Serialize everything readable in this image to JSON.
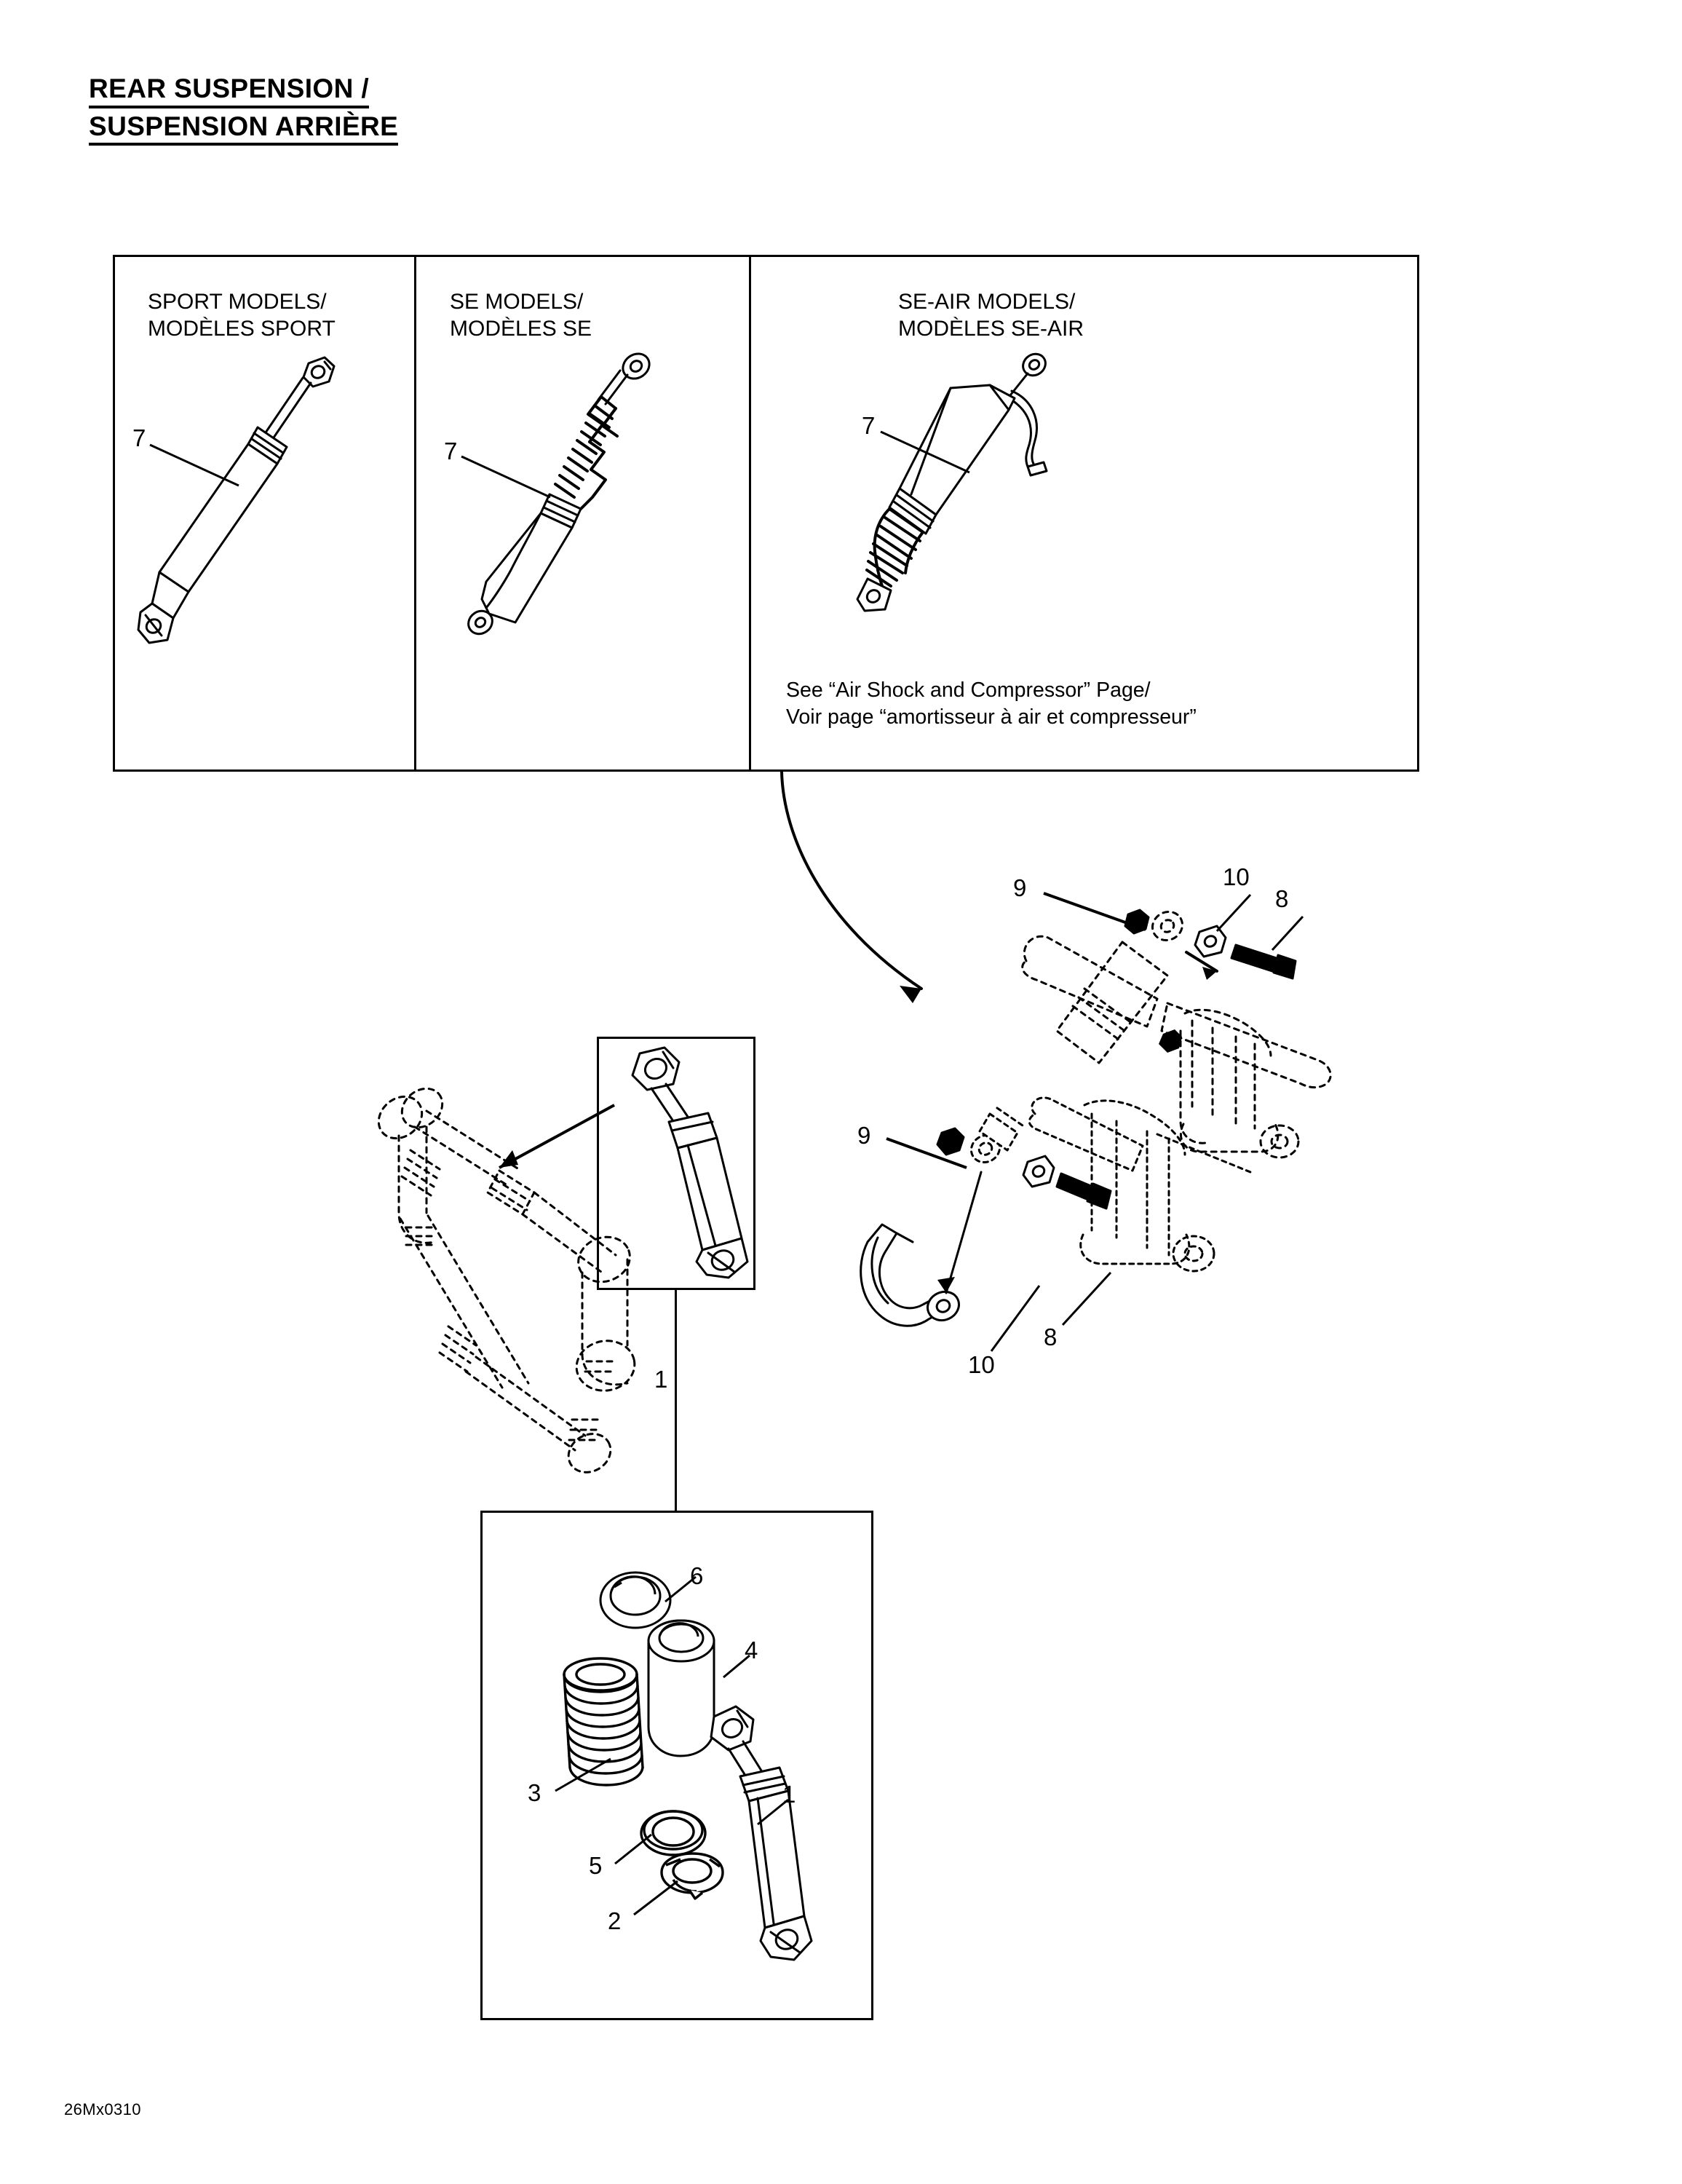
{
  "page": {
    "title_line1": "REAR SUSPENSION /",
    "title_line2": "SUSPENSION ARRIÈRE",
    "footer_code": "26Mx0310",
    "line_color": "#000000",
    "background_color": "#ffffff"
  },
  "variant_panels": [
    {
      "id": "sport",
      "heading": "SPORT MODELS/\nMODÈLES SPORT",
      "callout": "7",
      "part_description": "shock-absorber-plain"
    },
    {
      "id": "se",
      "heading": "SE MODELS/\nMODÈLES SE",
      "callout": "7",
      "part_description": "shock-absorber-with-coil"
    },
    {
      "id": "se-air",
      "heading": "SE-AIR MODELS/\nMODÈLES SE-AIR",
      "callout": "7",
      "part_description": "air-shock-with-hose",
      "note": "See “Air Shock and Compressor” Page/\nVoir page “amortisseur à air et compresseur”"
    }
  ],
  "hardware_assembly": {
    "upper_callouts": [
      {
        "number": "9",
        "part": "nut"
      },
      {
        "number": "10",
        "part": "spacer"
      },
      {
        "number": "8",
        "part": "bolt"
      }
    ],
    "lower_callouts": [
      {
        "number": "9",
        "part": "nut"
      },
      {
        "number": "10",
        "part": "spacer"
      },
      {
        "number": "8",
        "part": "bolt"
      }
    ]
  },
  "frame_assembly": {
    "detail_callout": "1",
    "detail_part": "shock-absorber-assembly"
  },
  "exploded_view": {
    "connector_label": "1",
    "items": [
      {
        "number": "6",
        "part": "spring-cup-retainer"
      },
      {
        "number": "4",
        "part": "sleeve"
      },
      {
        "number": "3",
        "part": "coil-spring"
      },
      {
        "number": "5",
        "part": "washer-ring"
      },
      {
        "number": "2",
        "part": "split-retaining-ring"
      },
      {
        "number": "1",
        "part": "shock-absorber"
      }
    ]
  }
}
